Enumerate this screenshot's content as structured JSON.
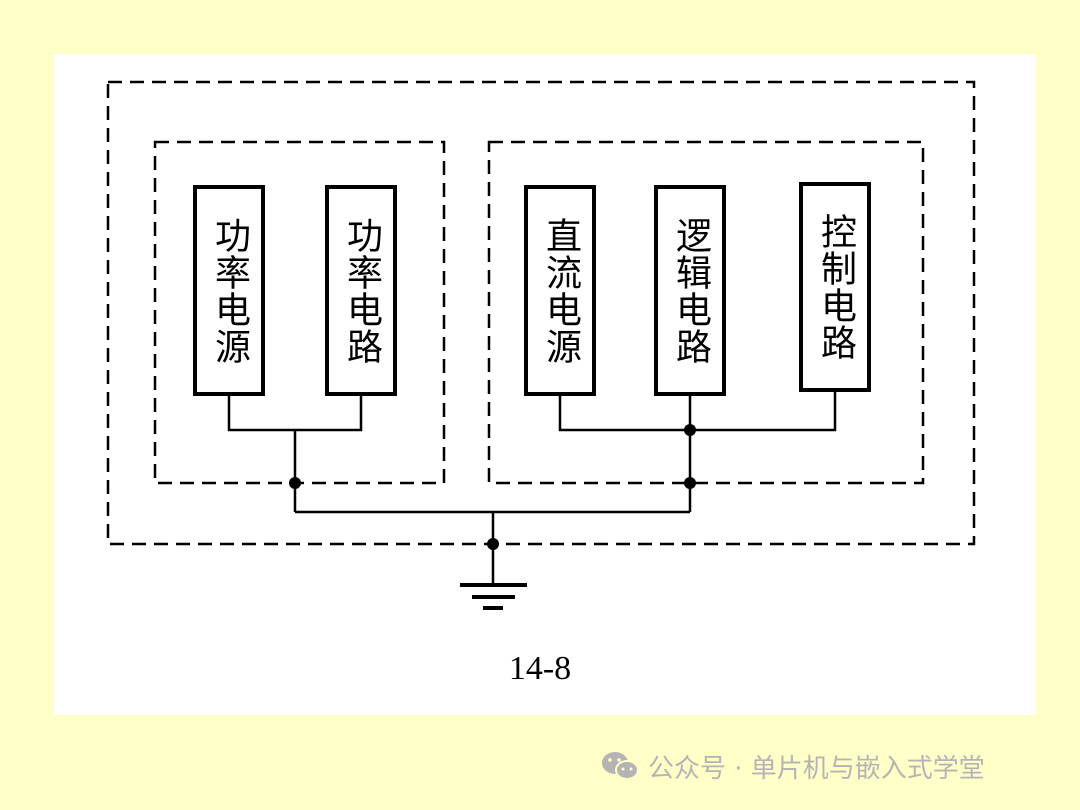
{
  "figure": {
    "caption": "14-8",
    "groups": {
      "power": {
        "boxes": [
          {
            "label": "功率电源"
          },
          {
            "label": "功率电路"
          }
        ]
      },
      "control": {
        "boxes": [
          {
            "label": "直流电源"
          },
          {
            "label": "逻辑电路"
          },
          {
            "label": "控制电路"
          }
        ]
      }
    },
    "ground_symbol": "ground-icon"
  },
  "watermark": {
    "text": "公众号 · 单片机与嵌入式学堂",
    "icon": "wechat-icon"
  },
  "colors": {
    "background": "#FFFFC8",
    "panel": "#FFFFFF",
    "ink": "#000000",
    "watermark": "#B4B4B4"
  }
}
